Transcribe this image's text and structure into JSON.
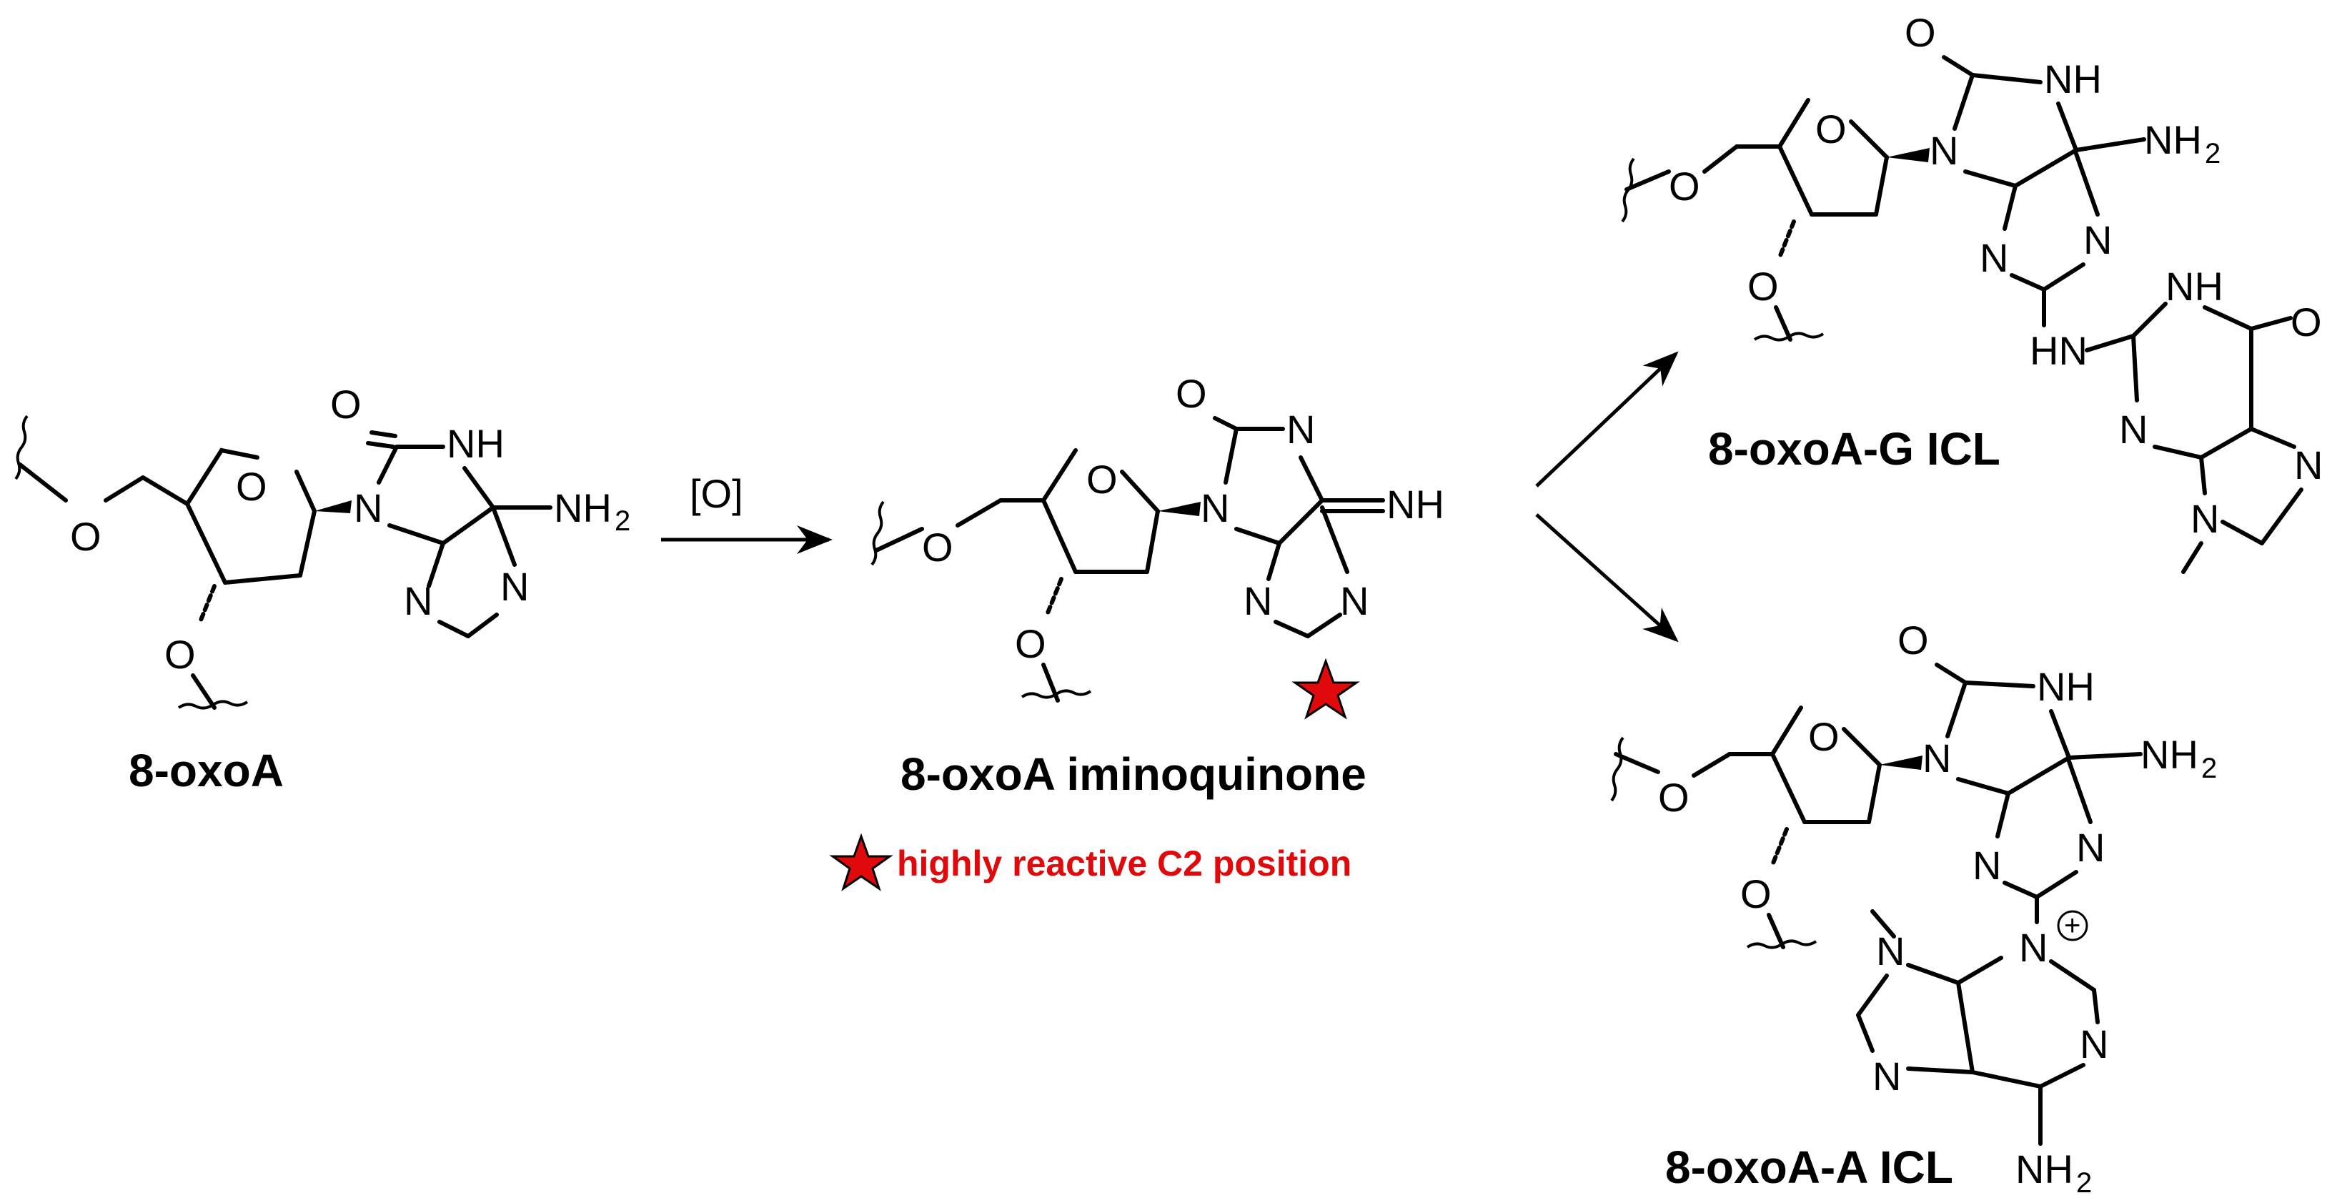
{
  "colors": {
    "ink": "#000000",
    "accent": "#e0090b",
    "background": "#ffffff"
  },
  "icons": {
    "star": "star-icon"
  },
  "reagent": "[O]",
  "atoms": {
    "O": "O",
    "N": "N",
    "NH": "NH",
    "HN": "HN",
    "NH2": "NH",
    "sub2": "2",
    "plus": "+"
  },
  "compounds": {
    "start": {
      "name": "8-oxoA"
    },
    "intermediate": {
      "name": "8-oxoA iminoquinone"
    },
    "product_g": {
      "name": "8-oxoA-G ICL"
    },
    "product_a": {
      "name": "8-oxoA-A ICL"
    }
  },
  "annotation": {
    "text": "highly reactive C2 position"
  }
}
